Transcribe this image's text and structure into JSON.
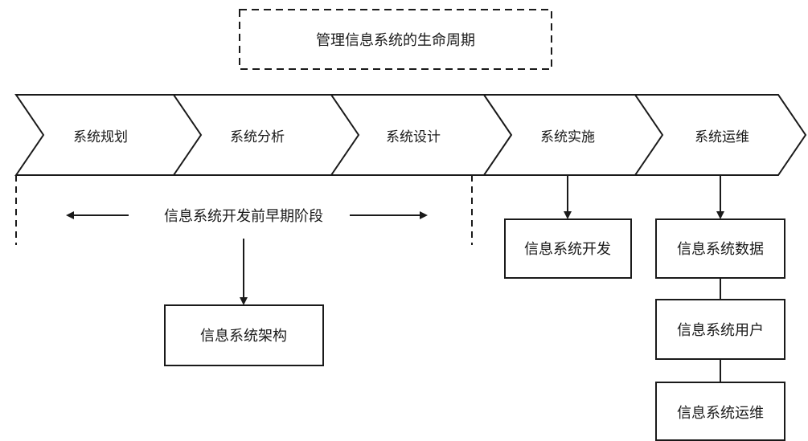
{
  "title": "管理信息系统的生命周期",
  "stages": [
    "系统规划",
    "系统分析",
    "系统设计",
    "系统实施",
    "系统运维"
  ],
  "early_phase_label": "信息系统开发前早期阶段",
  "boxes": {
    "architecture": "信息系统架构",
    "development": "信息系统开发",
    "data": "信息系统数据",
    "users": "信息系统用户",
    "operations": "信息系统运维"
  },
  "colors": {
    "stroke": "#1a1a1a",
    "fill": "#ffffff",
    "text": "#1a1a1a"
  }
}
